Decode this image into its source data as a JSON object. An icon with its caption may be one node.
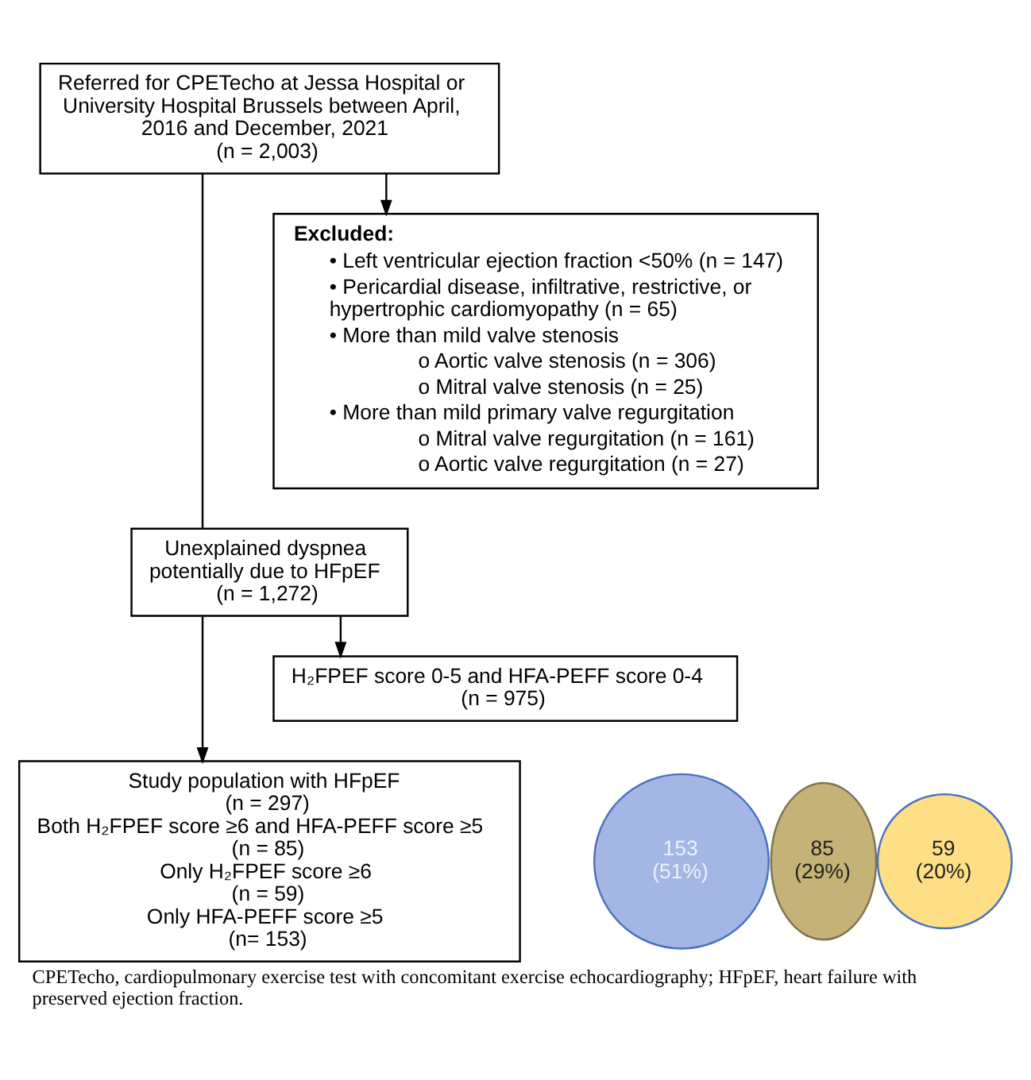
{
  "diagram": {
    "caption": "CPETecho, cardiopulmonary exercise test with concomitant exercise echocardiography; HFpEF, heart failure with preserved ejection fraction.",
    "nodes": [
      {
        "text": [
          "Referred for CPETecho at Jessa Hospital or University Hospital Brussels between April, 2016 and December, 2021",
          "(n = 2,003)"
        ]
      },
      {
        "text": [
          "Excluded:",
          "• Left ventricular ejection fraction <50% (n = 147)",
          "• Pericardial disease, infiltrative, restrictive, or hypertrophic cardiomyopathy (n = 65)",
          "• More than mild valve stenosis",
          "o Aortic valve stenosis (n = 306)",
          "o Mitral valve stenosis (n = 25)",
          "• More than mild primary valve regurgitation",
          "o Mitral valve regurgitation (n = 161)",
          "o Aortic valve regurgitation (n = 27)"
        ]
      },
      {
        "text": [
          "Unexplained dyspnea potentially due to HFpEF",
          "(n = 1,272)"
        ]
      },
      {
        "text": [
          "H₂FPEF score 0-5 and HFA-PEFF score 0-4",
          "(n = 975)"
        ]
      },
      {
        "text": [
          "Study population with HFpEF",
          "(n = 297)",
          "Both H₂FPEF score ≥6 and HFA-PEFF score ≥5",
          "(n = 85)",
          "Only H₂FPEF score ≥6",
          "(n = 59)",
          "Only HFA-PEFF score ≥5",
          "(n= 153)"
        ]
      },
      {
        "text": [
          "153 (51%)"
        ]
      },
      {
        "text": [
          "85 (29%)"
        ]
      },
      {
        "text": [
          "59 (20%)"
        ]
      }
    ],
    "edges": [
      {
        "from": 0,
        "to": 2,
        "arrow": "none"
      },
      {
        "from": 0,
        "to": 1,
        "arrow": "to"
      },
      {
        "from": 2,
        "to": 4,
        "arrow": "to"
      },
      {
        "from": 2,
        "to": 3,
        "arrow": "to"
      }
    ]
  }
}
